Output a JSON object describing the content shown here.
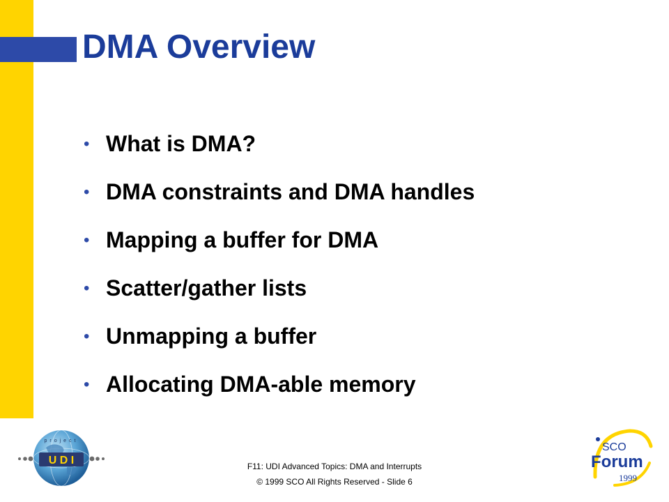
{
  "slide": {
    "title": "DMA Overview",
    "bullet_glyph": "•",
    "bullets": [
      "What is DMA?",
      "DMA constraints and DMA handles",
      "Mapping a buffer for DMA",
      "Scatter/gather lists",
      "Unmapping a buffer",
      "Allocating DMA-able memory"
    ]
  },
  "footer": {
    "line1": "F11: UDI Advanced Topics: DMA and Interrupts",
    "line2": "© 1999 SCO  All Rights Reserved - Slide 6"
  },
  "logos": {
    "udi": {
      "icon": "udi-project-globe-logo",
      "ring_text": "project",
      "letters": "U D I"
    },
    "sco_forum": {
      "icon": "sco-forum-1999-logo",
      "line1": "SCO",
      "line2": "Forum",
      "year": "1999"
    }
  },
  "colors": {
    "side_bar": "#ffd400",
    "title_block": "#2d4aa8",
    "title_text": "#1b3c9a",
    "bullet_dot": "#2d4aa8"
  }
}
